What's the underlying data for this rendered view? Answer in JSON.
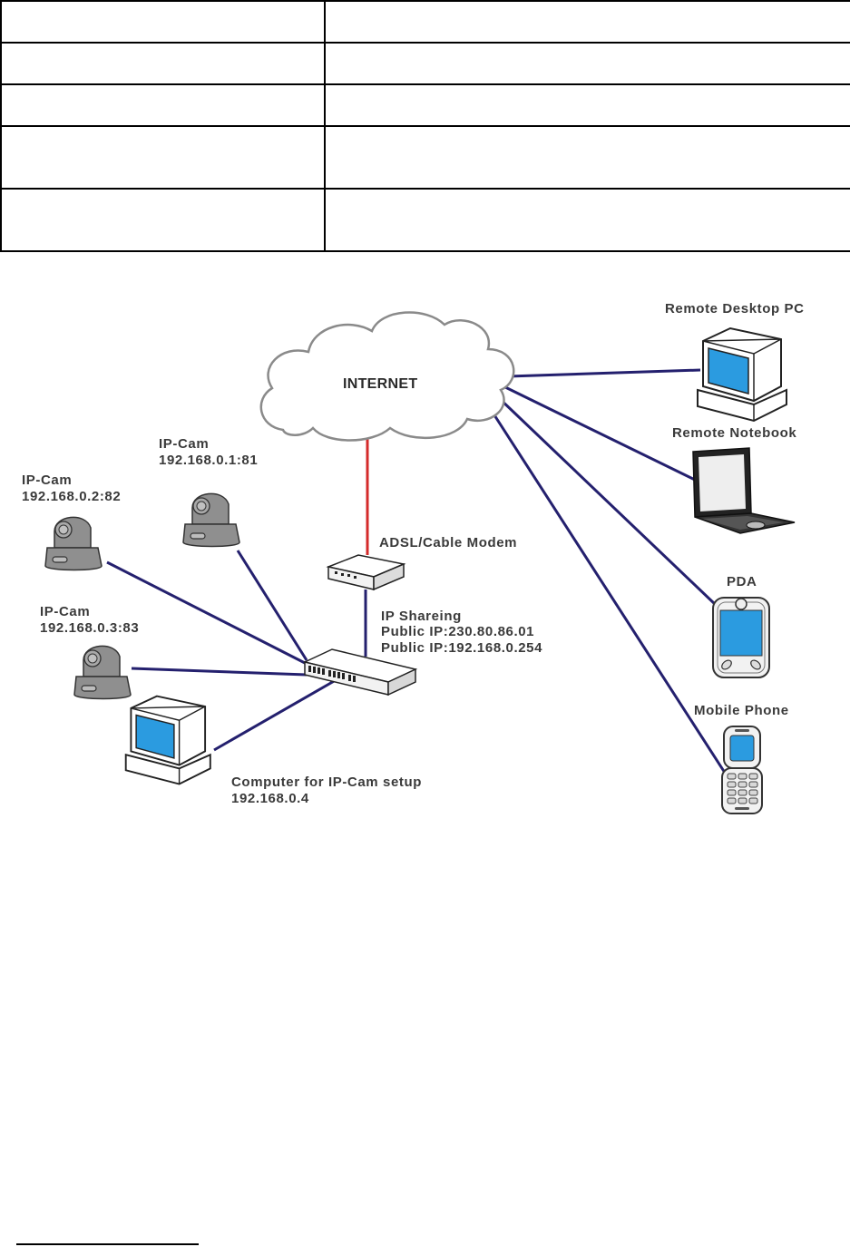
{
  "table": {
    "rows": [
      {
        "col1": "",
        "col2": ""
      },
      {
        "col1": "",
        "col2": ""
      },
      {
        "col1": "",
        "col2": ""
      },
      {
        "col1": "",
        "col2": ""
      },
      {
        "col1": "",
        "col2": ""
      }
    ]
  },
  "diagram": {
    "cloud_label": "INTERNET",
    "colors": {
      "wan_link": "#d42b2b",
      "lan_link": "#24206e",
      "screen": "#2b9be0",
      "camera": "#8f8f8f"
    },
    "nodes": {
      "ipcam1": {
        "title": "IP-Cam",
        "address": "192.168.0.1:81"
      },
      "ipcam2": {
        "title": "IP-Cam",
        "address": "192.168.0.2:82"
      },
      "ipcam3": {
        "title": "IP-Cam",
        "address": "192.168.0.3:83"
      },
      "modem": {
        "title": "ADSL/Cable Modem"
      },
      "switch": {
        "line1": "IP Shareing",
        "line2": "Public IP:230.80.86.01",
        "line3": "Public IP:192.168.0.254"
      },
      "setup_pc": {
        "title": "Computer for IP-Cam setup",
        "address": "192.168.0.4"
      },
      "remote_pc": {
        "title": "Remote Desktop PC"
      },
      "remote_notebook": {
        "title": "Remote Notebook"
      },
      "pda": {
        "title": "PDA"
      },
      "mobile": {
        "title": "Mobile Phone"
      }
    }
  }
}
